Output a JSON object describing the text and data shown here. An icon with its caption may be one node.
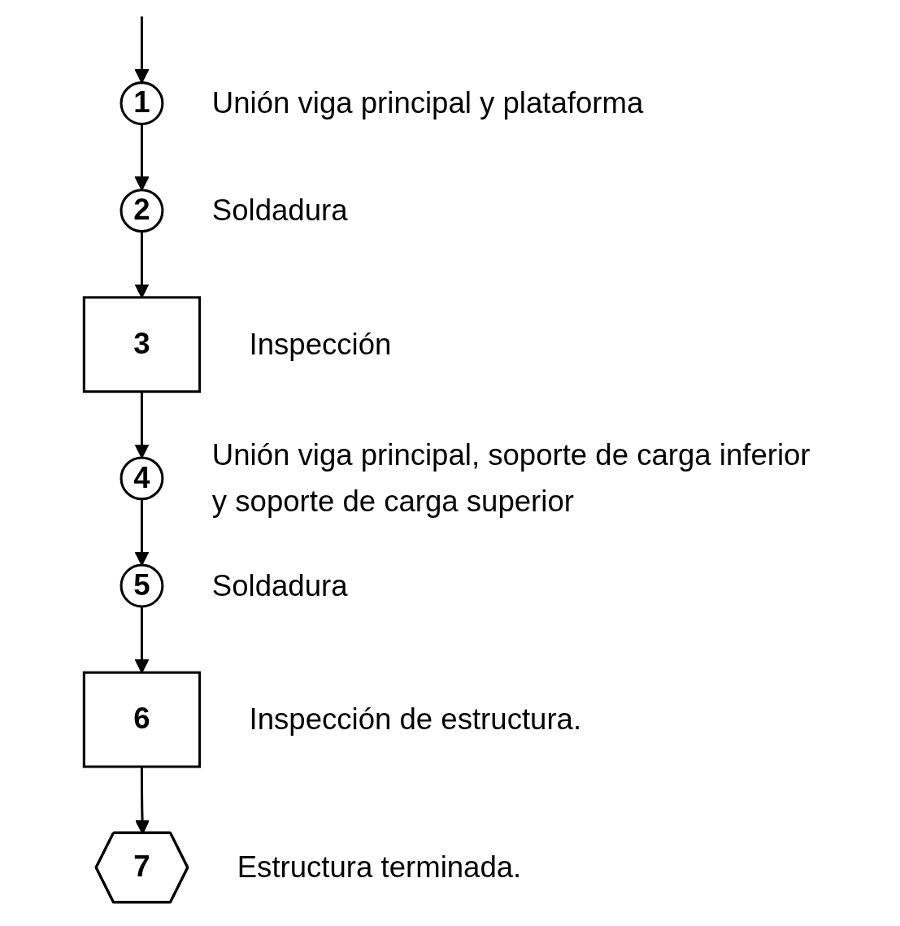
{
  "diagram": {
    "nodes": [
      {
        "text": [
          "1"
        ],
        "beside": [
          "Unión viga principal y plataforma"
        ]
      },
      {
        "text": [
          "2"
        ],
        "beside": [
          "Soldadura"
        ]
      },
      {
        "text": [
          "3"
        ],
        "beside": [
          "Inspección"
        ]
      },
      {
        "text": [
          "4"
        ],
        "beside": [
          "Unión viga principal, soporte de carga inferior y soporte de carga superior"
        ]
      },
      {
        "text": [
          "5"
        ],
        "beside": [
          "Soldadura"
        ]
      },
      {
        "text": [
          "6"
        ],
        "beside": [
          "Inspección de estructura."
        ]
      },
      {
        "text": [
          "7"
        ],
        "beside": [
          "Estructura terminada."
        ]
      }
    ],
    "edges": [
      {
        "from": null,
        "to": 0,
        "arrow": "to"
      },
      {
        "from": 0,
        "to": 1,
        "arrow": "to"
      },
      {
        "from": 1,
        "to": 2,
        "arrow": "to"
      },
      {
        "from": 2,
        "to": 3,
        "arrow": "to"
      },
      {
        "from": 3,
        "to": 4,
        "arrow": "to"
      },
      {
        "from": 4,
        "to": 5,
        "arrow": "to"
      },
      {
        "from": 5,
        "to": 6,
        "arrow": "to"
      }
    ]
  }
}
